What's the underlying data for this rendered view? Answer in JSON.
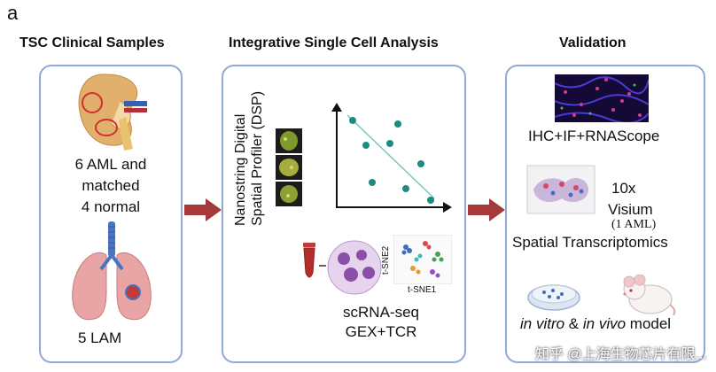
{
  "panel_label": "a",
  "sections": {
    "samples": {
      "header": "TSC Clinical Samples",
      "aml_lines": [
        "6 AML and",
        "matched",
        "4 normal"
      ],
      "lam_label": "5 LAM"
    },
    "analysis": {
      "header": "Integrative Single Cell Analysis",
      "dsp_lines": [
        "Nanostring Digital",
        "Spatial Profiler (DSP)"
      ],
      "tsne_y": "t-SNE2",
      "tsne_x": "t-SNE1",
      "scrna_lines": [
        "scRNA-seq",
        "GEX+TCR"
      ]
    },
    "validation": {
      "header": "Validation",
      "ihc_label": "IHC+IF+RNAScope",
      "visium_count": "10x",
      "visium_label": "Visium",
      "visium_note": "(1 AML)",
      "spatial_label": "Spatial Transcriptomics",
      "model_italic_1": "in vitro",
      "model_amp": " & ",
      "model_italic_2": "in vivo",
      "model_rest": " model"
    }
  },
  "watermark": "知乎 @上海生物芯片有限...",
  "colors": {
    "box_border": "#8ea9d6",
    "arrow": "#a63a3a",
    "scatter_point": "#1e8a84",
    "trend_line": "#6fc9c2"
  }
}
